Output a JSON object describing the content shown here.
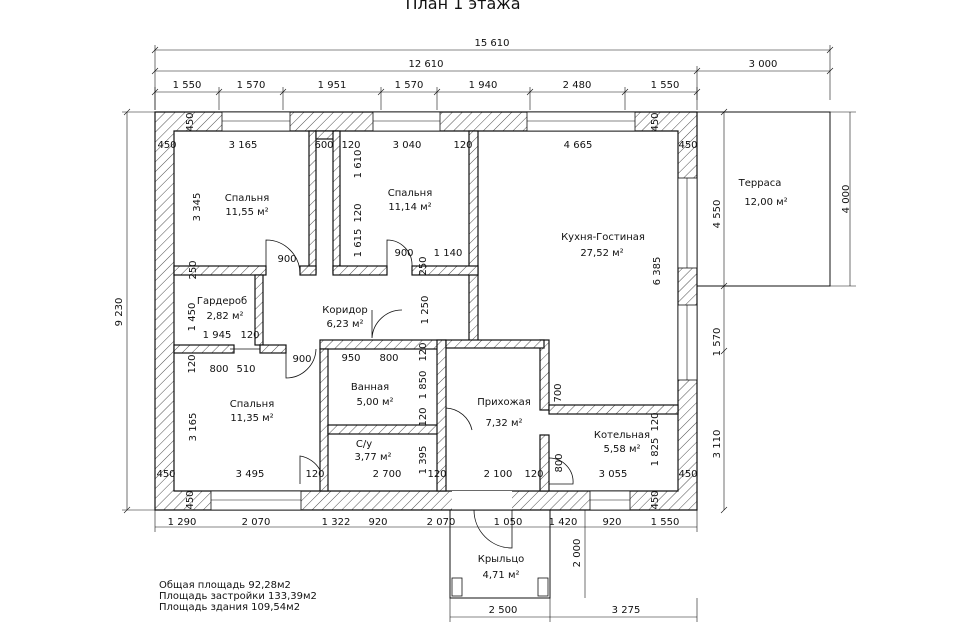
{
  "title": "План 1 этажа",
  "dims_top": {
    "overall": "15 610",
    "house": "12 610",
    "terrace": "3 000",
    "segments": [
      "1 550",
      "1 570",
      "1 951",
      "1 570",
      "1 940",
      "2 480",
      "1 550"
    ]
  },
  "dims_bottom": {
    "segments": [
      "1 290",
      "2 070",
      "1 322",
      "920",
      "2 070",
      "1 050",
      "1 420",
      "920",
      "1 550"
    ],
    "porch": [
      "2 500",
      "3 275"
    ]
  },
  "dims_left": {
    "overall": "9 230"
  },
  "dims_right": {
    "terrace": "4 550",
    "mid": "1 570",
    "low": "3 110",
    "terrace_depth": "4 000"
  },
  "dims_inner": {
    "d_450_tl": "450",
    "d_450_tl2": "450",
    "d_3165": "3 165",
    "d_600": "600",
    "d_120a": "120",
    "d_3040": "3 040",
    "d_120b": "120",
    "d_4665": "4 665",
    "d_450_tr": "450",
    "d_450_tr2": "450",
    "d_3345": "3 345",
    "d_1610": "1 610",
    "d_120c": "120",
    "d_1615": "1 615",
    "d_250a": "250",
    "d_900a": "900",
    "d_900b": "900",
    "d_1140": "1 140",
    "d_250b": "250",
    "d_6385": "6 385",
    "d_1450": "1 450",
    "d_1945": "1 945",
    "d_120d": "120",
    "d_1250": "1 250",
    "d_120e": "120",
    "d_800a": "800",
    "d_510": "510",
    "d_900c": "900",
    "d_950": "950",
    "d_800b": "800",
    "d_120f": "120",
    "d_1850": "1 850",
    "d_700": "700",
    "d_3165b": "3 165",
    "d_120g": "120",
    "d_120h": "120",
    "d_1395": "1 395",
    "d_1825": "1 825",
    "d_450_bl": "450",
    "d_3495": "3 495",
    "d_120i": "120",
    "d_2700": "2 700",
    "d_120j": "120",
    "d_2100": "2 100",
    "d_120k": "120",
    "d_800c": "800",
    "d_3055": "3 055",
    "d_450_br": "450",
    "d_450_bl2": "450",
    "d_450_br2": "450",
    "d_2000": "2 000"
  },
  "rooms": [
    {
      "name": "Спальня",
      "area": "11,55 м²"
    },
    {
      "name": "Спальня",
      "area": "11,14 м²"
    },
    {
      "name": "Кухня-Гостиная",
      "area": "27,52 м²"
    },
    {
      "name": "Гардероб",
      "area": "2,82 м²"
    },
    {
      "name": "Коридор",
      "area": "6,23 м²"
    },
    {
      "name": "Ванная",
      "area": "5,00 м²"
    },
    {
      "name": "Прихожая",
      "area": "7,32 м²"
    },
    {
      "name": "Спальня",
      "area": "11,35 м²"
    },
    {
      "name": "С/у",
      "area": "3,77 м²"
    },
    {
      "name": "Котельная",
      "area": "5,58 м²"
    },
    {
      "name": "Терраса",
      "area": "12,00 м²"
    },
    {
      "name": "Крыльцо",
      "area": "4,71 м²"
    }
  ],
  "summary": {
    "total": "Общая площадь 92,28м2",
    "built": "Площадь застройки 133,39м2",
    "building": "Площадь здания 109,54м2"
  }
}
